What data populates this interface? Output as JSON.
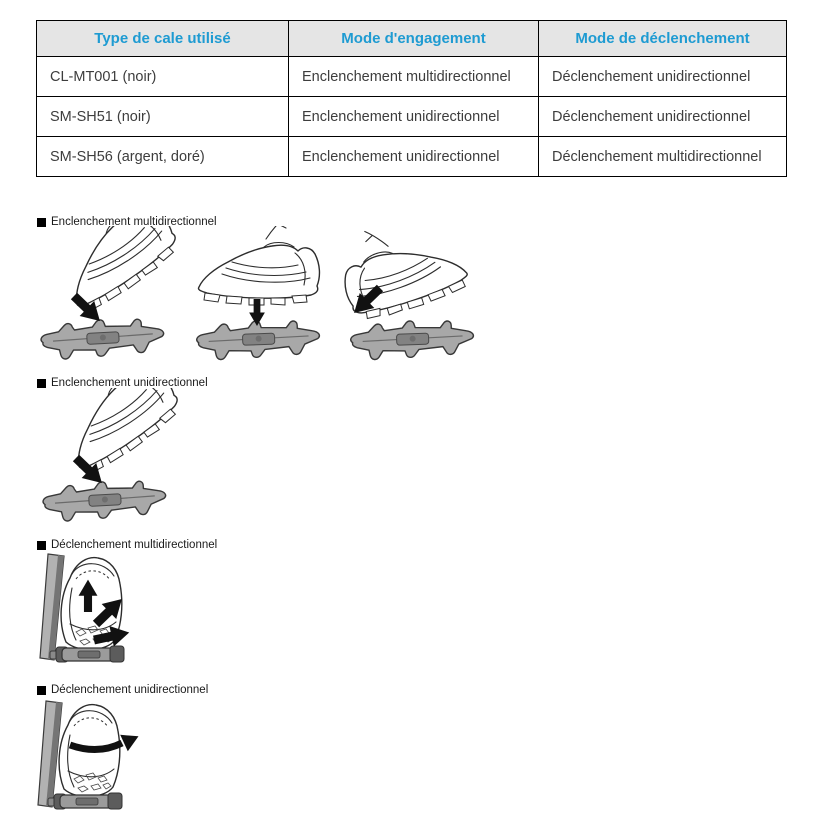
{
  "table": {
    "headers": [
      "Type de cale utilisé",
      "Mode d'engagement",
      "Mode de déclenchement"
    ],
    "rows": [
      [
        "CL-MT001 (noir)",
        "Enclenchement multidirectionnel",
        "Déclenchement unidirectionnel"
      ],
      [
        "SM-SH51 (noir)",
        "Enclenchement unidirectionnel",
        "Déclenchement unidirectionnel"
      ],
      [
        "SM-SH56 (argent, doré)",
        "Enclenchement unidirectionnel",
        "Déclenchement multidirectionnel"
      ]
    ]
  },
  "sections": [
    {
      "label": "Enclenchement multidirectionnel"
    },
    {
      "label": "Enclenchement unidirectionnel"
    },
    {
      "label": "Déclenchement multidirectionnel"
    },
    {
      "label": "Déclenchement unidirectionnel"
    }
  ],
  "colors": {
    "header_text": "#1e9bd2",
    "header_bg": "#e5e5e5",
    "table_border": "#000000",
    "body_text": "#3d3d3d",
    "arrow": "#111111",
    "pedal_gray": "#a8a8a8"
  }
}
